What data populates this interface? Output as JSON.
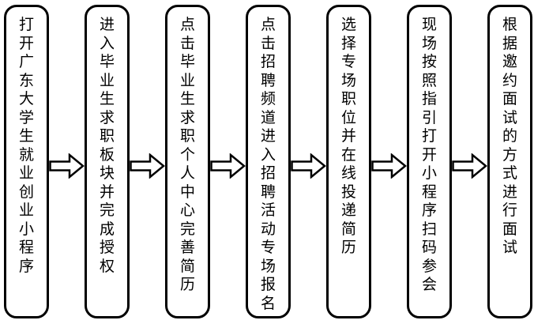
{
  "flowchart": {
    "steps": [
      {
        "label": "打开广东大学生就业创业小程序"
      },
      {
        "label": "进入毕业生求职板块并完成授权"
      },
      {
        "label": "点击毕业生求职个人中心完善简历"
      },
      {
        "label": "点击招聘频道进入招聘活动专场报名"
      },
      {
        "label": "选择专场职位并在线投递简历"
      },
      {
        "label": "现场按照指引打开小程序扫码参会"
      },
      {
        "label": "根据邀约面试的方式进行面试"
      }
    ],
    "arrow_icon": "right-block-arrow",
    "colors": {
      "border": "#000000",
      "box_fill": "#ffffff",
      "text": "#000000",
      "background": "#ffffff"
    }
  }
}
